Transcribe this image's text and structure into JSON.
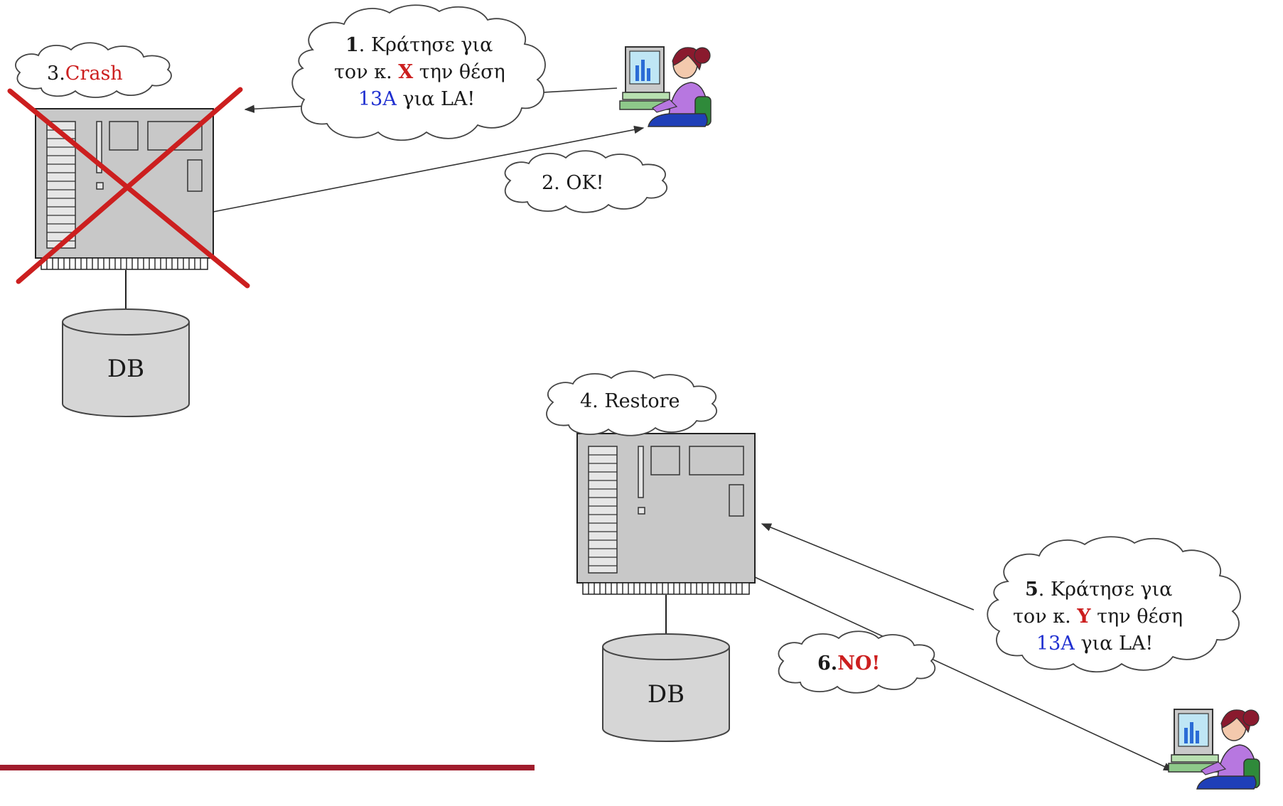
{
  "colors": {
    "accent_red": "#cc1f1f",
    "accent_blue": "#1f2fd0",
    "bottom_rule": "#a01c2c",
    "server_fill": "#c8c8c8",
    "db_fill": "#d6d6d6"
  },
  "bubble1": {
    "num": "1",
    "l1": ". Κράτησε για",
    "l2a": "τον κ. ",
    "l2b": "X",
    "l2c": " την θέση",
    "l3a": "13A",
    "l3b": " για LA!"
  },
  "bubble2": {
    "text": "2. OK!"
  },
  "bubble3": {
    "num": "3",
    "dot": ".",
    "text": "Crash"
  },
  "bubble4": {
    "text": "4. Restore"
  },
  "bubble5": {
    "num": "5",
    "l1": ". Κράτησε για",
    "l2a": "τον κ. ",
    "l2b": "Y",
    "l2c": " την θέση",
    "l3a": "13A",
    "l3b": " για LA!"
  },
  "bubble6": {
    "num": "6",
    "dot": ".",
    "text": "NO!"
  },
  "db1": {
    "label": "DB"
  },
  "db2": {
    "label": "DB"
  },
  "icons": [
    "server-icon",
    "database-icon",
    "user-at-computer-icon",
    "crash-x-icon",
    "cloud-bubble-icon"
  ]
}
